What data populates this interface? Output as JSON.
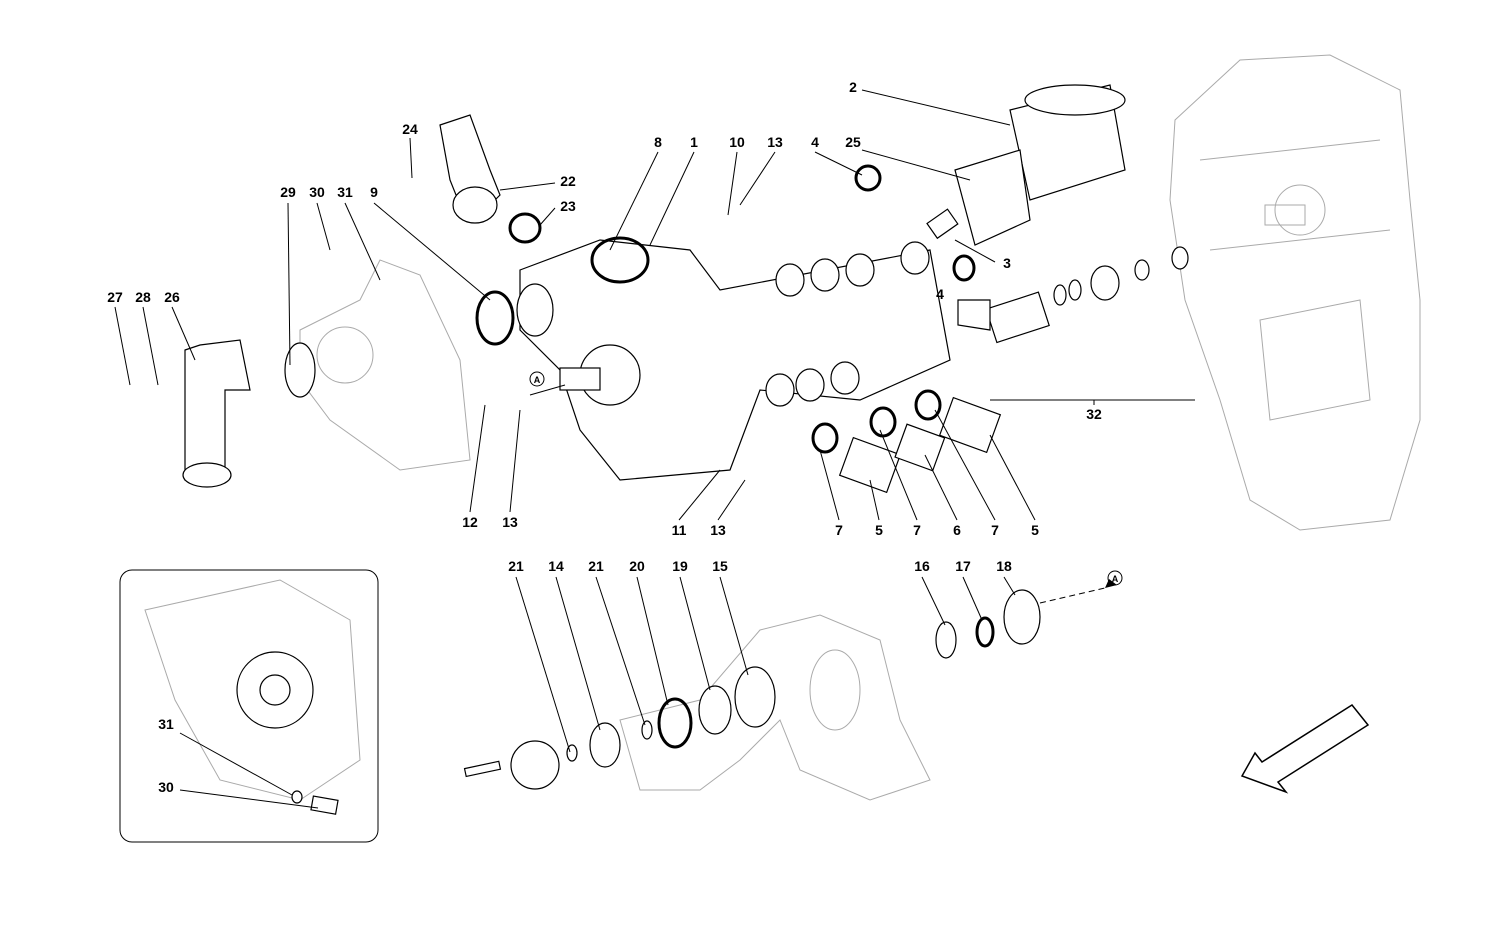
{
  "diagram": {
    "title": "Water pump / oil pump exploded parts diagram",
    "labels": [
      "2",
      "24",
      "8",
      "1",
      "10",
      "13",
      "4",
      "25",
      "22",
      "23",
      "29",
      "30",
      "31",
      "9",
      "3",
      "4",
      "27",
      "28",
      "26",
      "32",
      "12",
      "13",
      "11",
      "13",
      "7",
      "5",
      "7",
      "6",
      "7",
      "5",
      "21",
      "14",
      "21",
      "20",
      "19",
      "15",
      "16",
      "17",
      "18"
    ],
    "reference_marker": "A",
    "inset_labels": [
      "31",
      "30"
    ]
  }
}
